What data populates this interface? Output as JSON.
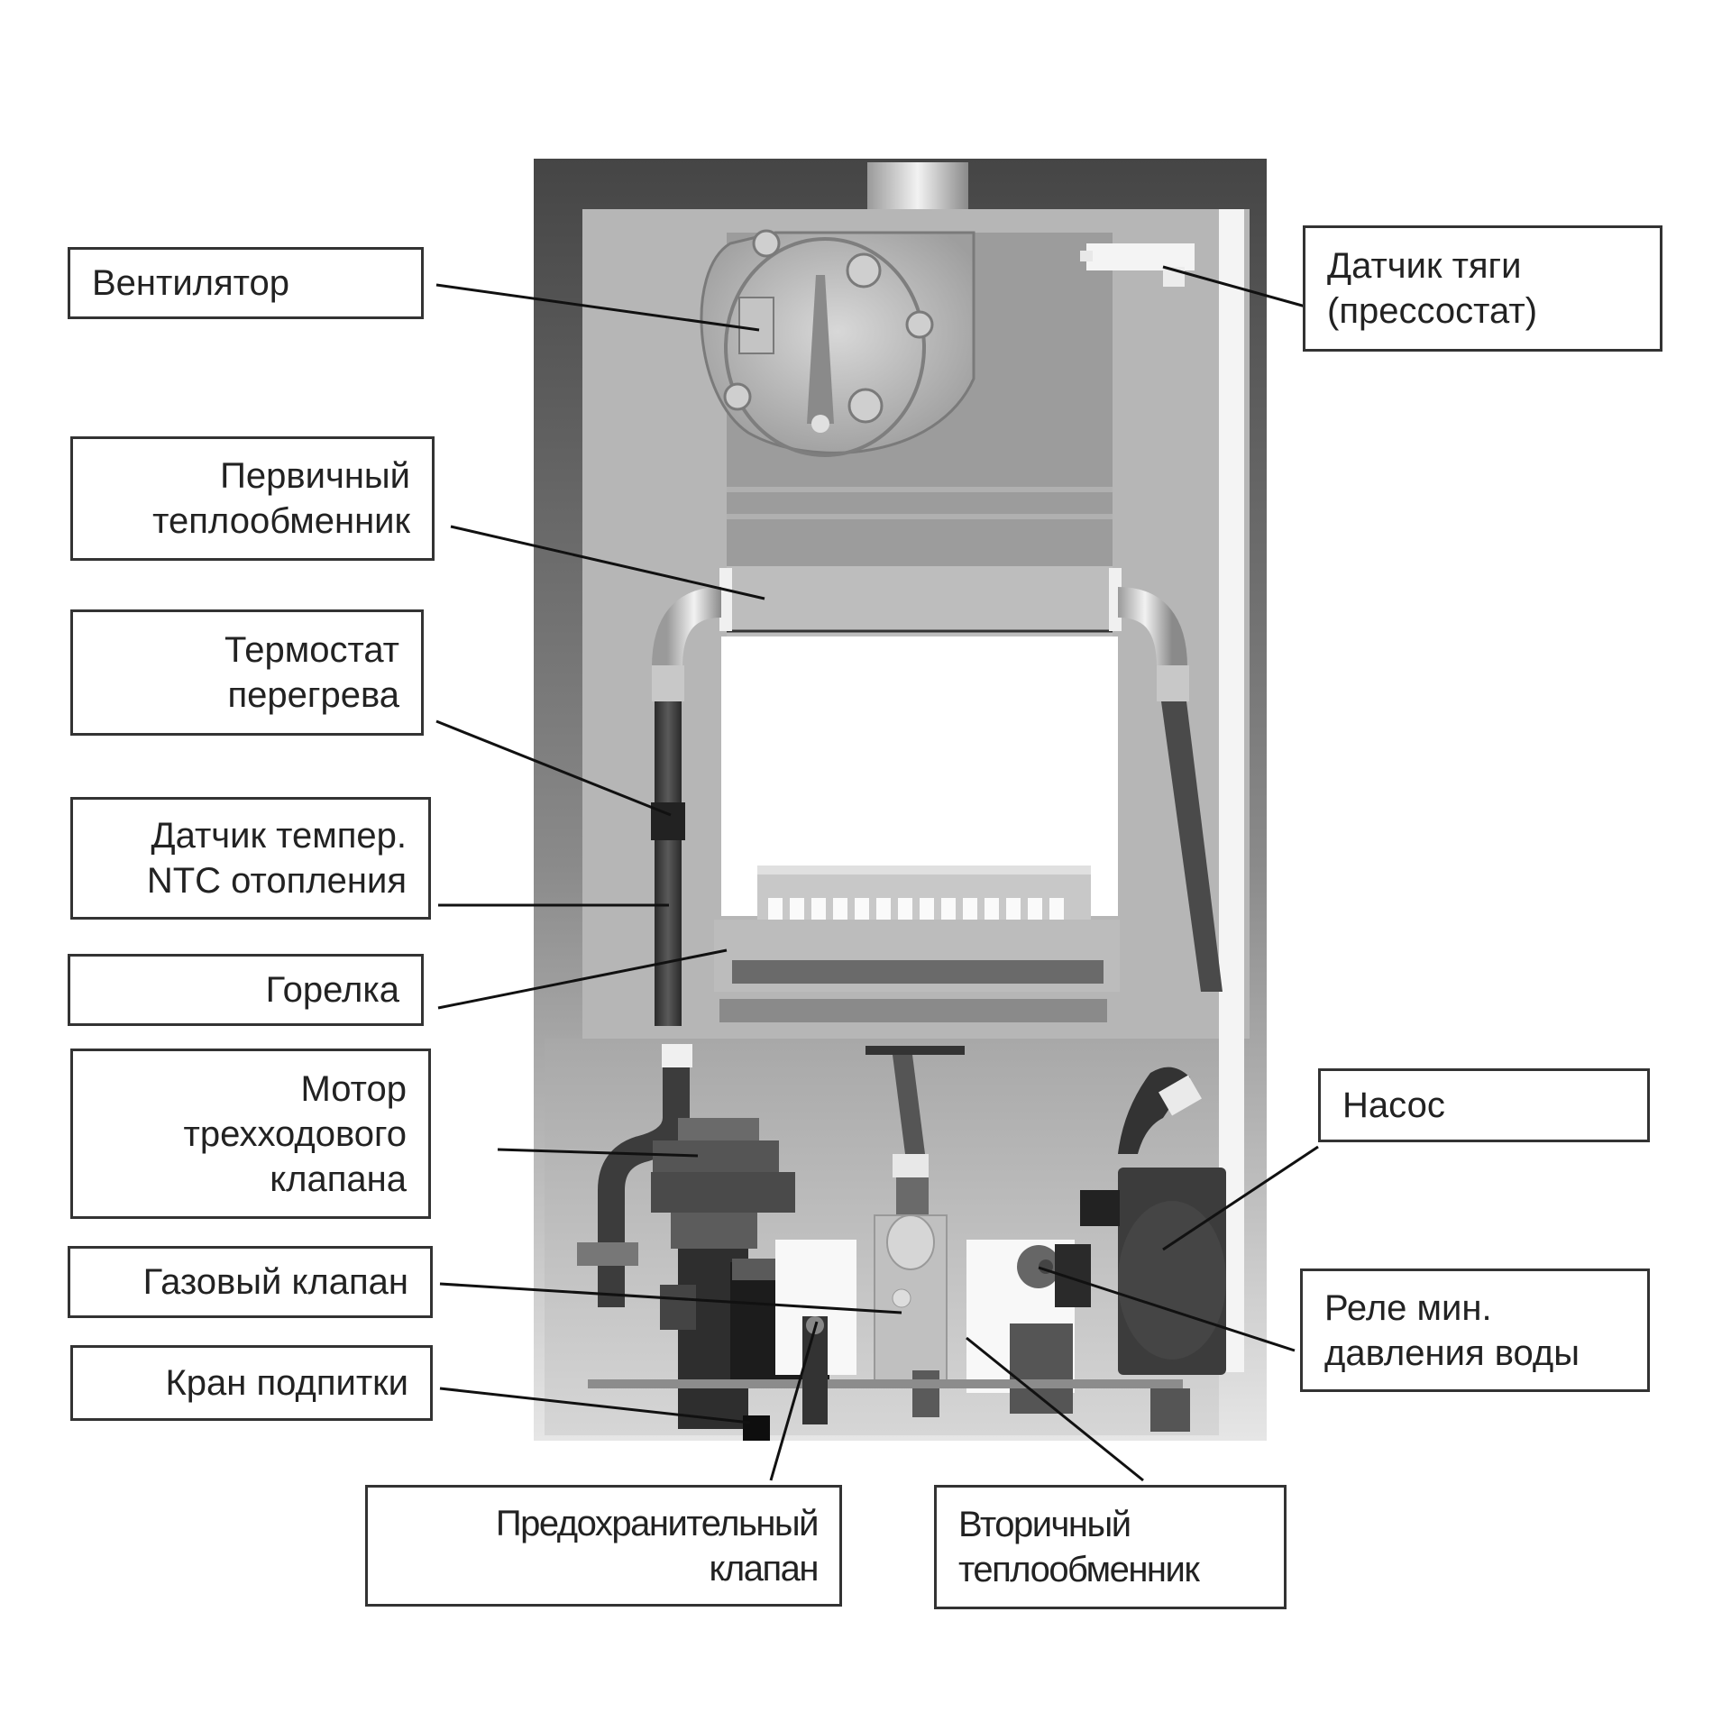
{
  "diagram_title": "",
  "colors": {
    "casing_dark": "#484848",
    "panel": "#b8b8b8",
    "panel_inner": "#a3a3a3",
    "pipe": "#3a3a3a",
    "leader_line": "#111111",
    "label_border": "#333333"
  },
  "labels": [
    {
      "id": "fan",
      "lines": [
        "Вентилятор"
      ],
      "align": "left"
    },
    {
      "id": "primary-heat-exchanger",
      "lines": [
        "Первичный",
        "теплообменник"
      ],
      "align": "right"
    },
    {
      "id": "overheat-thermostat",
      "lines": [
        "Термостат",
        "перегрева"
      ],
      "align": "right"
    },
    {
      "id": "ntc-heating-sensor",
      "lines": [
        "Датчик темпер.",
        "NTC отопления"
      ],
      "align": "right"
    },
    {
      "id": "burner",
      "lines": [
        "Горелка"
      ],
      "align": "right"
    },
    {
      "id": "three-way-valve-motor",
      "lines": [
        "Мотор",
        "трехходового",
        "клапана"
      ],
      "align": "right"
    },
    {
      "id": "gas-valve",
      "lines": [
        "Газовый клапан"
      ],
      "align": "right"
    },
    {
      "id": "fill-tap",
      "lines": [
        "Кран подпитки"
      ],
      "align": "right"
    },
    {
      "id": "draft-sensor",
      "lines": [
        "Датчик тяги",
        "(прессостат)"
      ],
      "align": "left"
    },
    {
      "id": "pump",
      "lines": [
        "Насос"
      ],
      "align": "left"
    },
    {
      "id": "min-water-pressure-relay",
      "lines": [
        "Реле мин.",
        "давления воды"
      ],
      "align": "left"
    },
    {
      "id": "safety-valve",
      "lines": [
        "Предохранительный",
        "клапан"
      ],
      "align": "right"
    },
    {
      "id": "secondary-heat-exchanger",
      "lines": [
        "Вторичный",
        "теплообменник"
      ],
      "align": "left"
    }
  ]
}
